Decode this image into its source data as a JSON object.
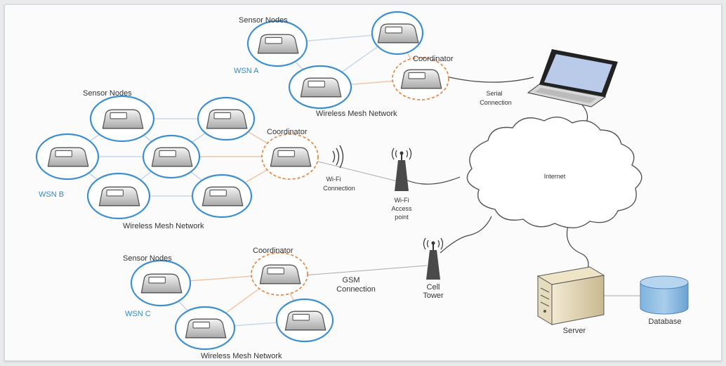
{
  "colors": {
    "node_ring": "#3d8fd1",
    "coordinator_ring": "#e58b4a",
    "mesh_link": "#c9d6ea",
    "coord_link": "#efc7a8",
    "wsn_label": "#2a8fd6"
  },
  "icons": {
    "sensor": "sensor-node-icon",
    "laptop": "laptop-icon",
    "cloud": "internet-cloud-icon",
    "tower": "antenna-tower-icon",
    "server": "server-icon",
    "database": "database-icon"
  },
  "labels": {
    "wsn_a": {
      "sensor_nodes": "Sensor Nodes",
      "name": "WSN A",
      "coordinator": "Coordinator",
      "mesh": "Wireless Mesh Network"
    },
    "wsn_b": {
      "sensor_nodes": "Sensor Nodes",
      "name": "WSN B",
      "coordinator": "Coordinator",
      "mesh": "Wireless Mesh Network"
    },
    "wsn_c": {
      "sensor_nodes": "Sensor Nodes",
      "name": "WSN C",
      "coordinator": "Coordinator",
      "mesh": "Wireless Mesh Network"
    },
    "serial": [
      "Serial",
      "Connection"
    ],
    "wifi_conn": [
      "Wi-Fi",
      "Connection"
    ],
    "wifi_ap": [
      "Wi-Fi",
      "Access",
      "point"
    ],
    "gsm": [
      "GSM",
      "Connection"
    ],
    "cell_tower": [
      "Cell",
      "Tower"
    ],
    "internet": "Internet",
    "server": "Server",
    "database": "Database"
  }
}
